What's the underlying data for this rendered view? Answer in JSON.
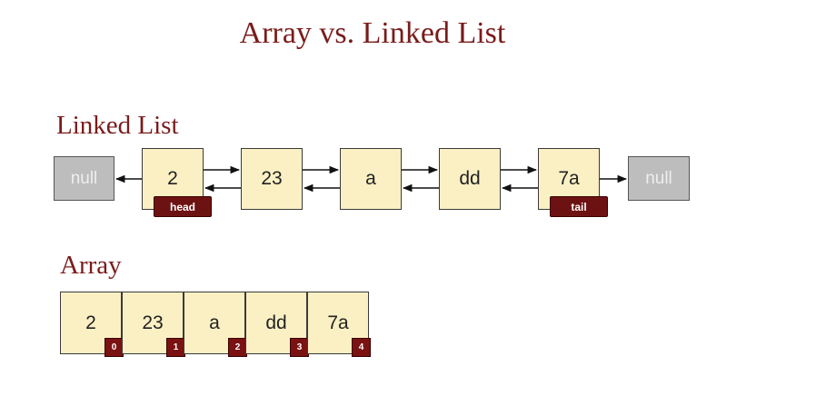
{
  "title": "Array vs. Linked List",
  "linked_list": {
    "label": "Linked List",
    "null_left": "null",
    "null_right": "null",
    "nodes": [
      "2",
      "23",
      "a",
      "dd",
      "7a"
    ],
    "head_label": "head",
    "tail_label": "tail"
  },
  "array": {
    "label": "Array",
    "cells": [
      {
        "value": "2",
        "index": "0"
      },
      {
        "value": "23",
        "index": "1"
      },
      {
        "value": "a",
        "index": "2"
      },
      {
        "value": "dd",
        "index": "3"
      },
      {
        "value": "7a",
        "index": "4"
      }
    ]
  },
  "colors": {
    "accent": "#7a1b1b",
    "node_fill": "#fbf0c4",
    "null_fill": "#bdbdbd",
    "tag_fill": "#6d1212"
  }
}
